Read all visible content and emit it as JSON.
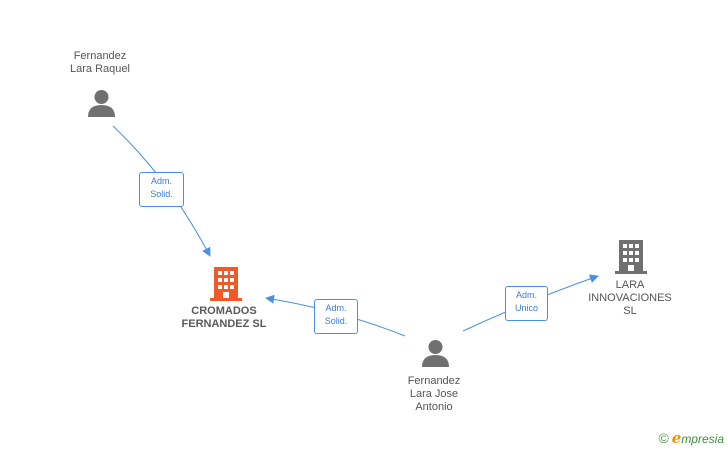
{
  "nodes": {
    "person_raquel": {
      "lines": [
        "Fernandez",
        "Lara Raquel"
      ]
    },
    "person_jose": {
      "lines": [
        "Fernandez",
        "Lara Jose",
        "Antonio"
      ]
    },
    "company_cromados": {
      "lines": [
        "CROMADOS",
        "FERNANDEZ SL"
      ]
    },
    "company_lara": {
      "lines": [
        "LARA",
        "INNOVACIONES",
        "SL"
      ]
    }
  },
  "edges": {
    "raquel_to_cromados": {
      "lines": [
        "Adm.",
        "Solid."
      ]
    },
    "jose_to_cromados": {
      "lines": [
        "Adm.",
        "Solid."
      ]
    },
    "jose_to_lara": {
      "lines": [
        "Adm.",
        "Unico"
      ]
    }
  },
  "brand": {
    "copyright": "©",
    "initial": "e",
    "name": "mpresia"
  },
  "colors": {
    "edge": "#4a8fe0",
    "person_icon": "#707070",
    "company_main": "#f05a28",
    "company_other": "#707070"
  }
}
